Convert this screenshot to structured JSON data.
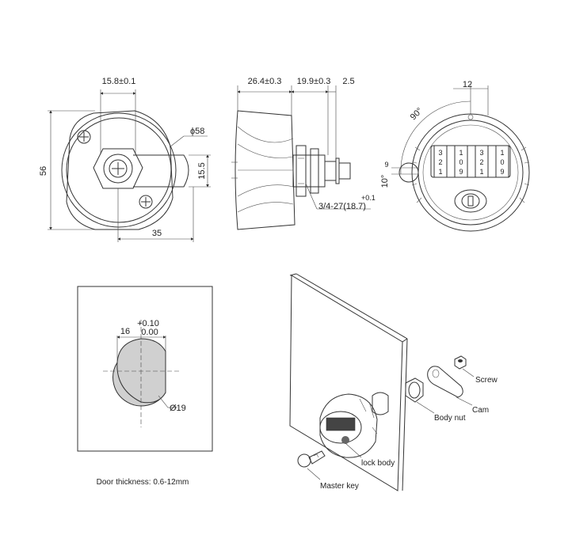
{
  "front_view": {
    "width_label": "15.8±0.1",
    "height_label": "56",
    "diameter_label": "ϕ58",
    "cam_height_label": "15.5",
    "cam_length_label": "35"
  },
  "side_view": {
    "body_depth_label": "26.4±0.3",
    "thread_length_label": "19.9±0.3",
    "tip_label": "2.5",
    "thread_label": "3/4-27(18.7)",
    "thread_tol_label": "+0.1"
  },
  "rear_view": {
    "offset_label": "12",
    "angle_label": "90°",
    "small_label": "9",
    "tilt_label": "10°",
    "wheels": [
      [
        "3",
        "2",
        "1"
      ],
      [
        "1",
        "0",
        "9"
      ],
      [
        "3",
        "2",
        "1"
      ],
      [
        "1",
        "0",
        "9"
      ]
    ]
  },
  "cutout": {
    "flat_label": "16",
    "tol_upper": "+0.10",
    "tol_lower": "0.00",
    "diameter_label": "Ø19",
    "note": "Door thickness: 0.6-12mm"
  },
  "assembly": {
    "screw": "Screw",
    "cam": "Cam",
    "body_nut": "Body nut",
    "lock_body": "lock body",
    "master_key": "Master key"
  }
}
